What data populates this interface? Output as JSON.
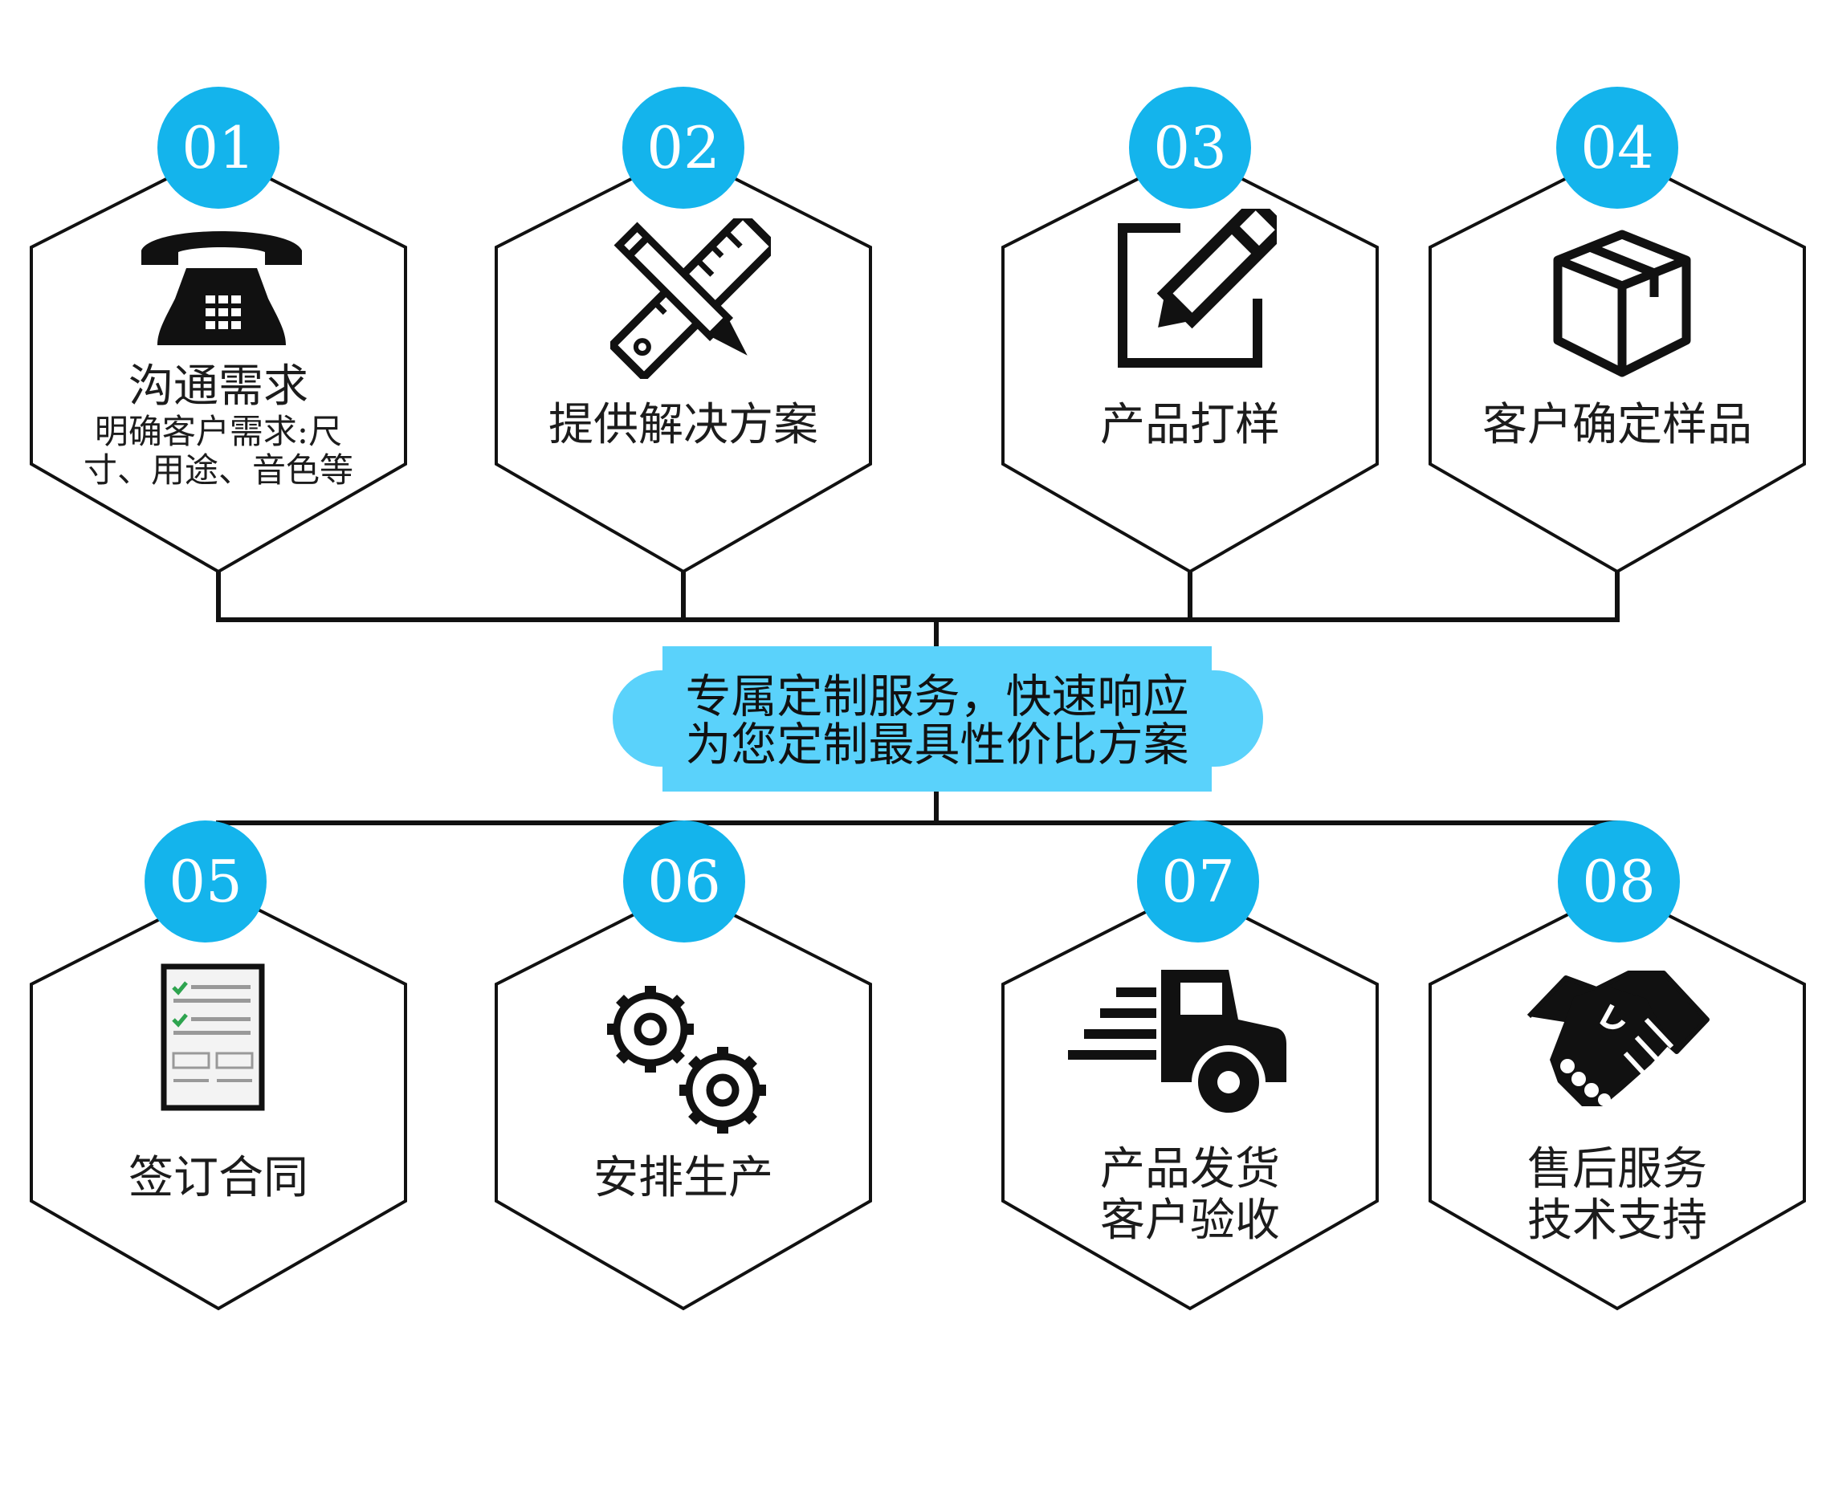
{
  "steps": [
    {
      "num": "01",
      "title": "沟通需求",
      "desc_1": "明确客户需求:尺",
      "desc_2": "寸、用途、音色等",
      "icon": "telephone-icon"
    },
    {
      "num": "02",
      "title": "提供解决方案",
      "icon": "pencil-ruler-icon"
    },
    {
      "num": "03",
      "title": "产品打样",
      "icon": "edit-icon"
    },
    {
      "num": "04",
      "title": "客户确定样品",
      "icon": "box-icon"
    },
    {
      "num": "05",
      "title": "签订合同",
      "icon": "contract-checklist-icon"
    },
    {
      "num": "06",
      "title": "安排生产",
      "icon": "gears-icon"
    },
    {
      "num": "07",
      "title_1": "产品发货",
      "title_2": "客户验收",
      "icon": "delivery-truck-icon"
    },
    {
      "num": "08",
      "title_1": "售后服务",
      "title_2": "技术支持",
      "icon": "handshake-icon"
    }
  ],
  "center": {
    "line_1": "专属定制服务，快速响应",
    "line_2": "为您定制最具性价比方案"
  },
  "colors": {
    "badge": "#14b4ec",
    "center_box": "#5ad2fb",
    "stroke": "#111111"
  }
}
